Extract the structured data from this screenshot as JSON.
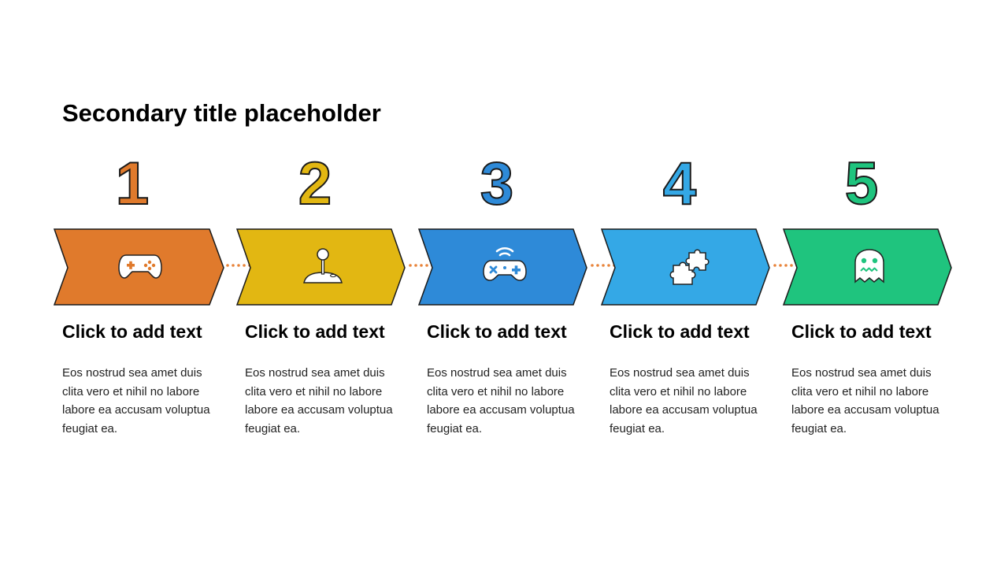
{
  "title": "Secondary title placeholder",
  "connector_color": "#E8843A",
  "steps": [
    {
      "number": "1",
      "color": "#E07A2C",
      "icon": "gamepad-icon",
      "heading": "Click to add text",
      "description": "Eos nostrud sea amet duis clita vero et nihil no labore labore ea accusam voluptua feugiat ea."
    },
    {
      "number": "2",
      "color": "#E2B712",
      "icon": "joystick-icon",
      "heading": "Click to add text",
      "description": "Eos nostrud sea amet duis clita vero et nihil no labore labore ea accusam voluptua feugiat ea."
    },
    {
      "number": "3",
      "color": "#2E8AD8",
      "icon": "wireless-controller-icon",
      "heading": "Click to add text",
      "description": "Eos nostrud sea amet duis clita vero et nihil no labore labore ea accusam voluptua feugiat ea."
    },
    {
      "number": "4",
      "color": "#34A8E6",
      "icon": "puzzle-icon",
      "heading": "Click to add text",
      "description": "Eos nostrud sea amet duis clita vero et nihil no labore labore ea accusam voluptua feugiat ea."
    },
    {
      "number": "5",
      "color": "#1FC47E",
      "icon": "ghost-icon",
      "heading": "Click to add text",
      "description": "Eos nostrud sea amet duis clita vero et nihil no labore labore ea accusam voluptua feugiat ea."
    }
  ]
}
